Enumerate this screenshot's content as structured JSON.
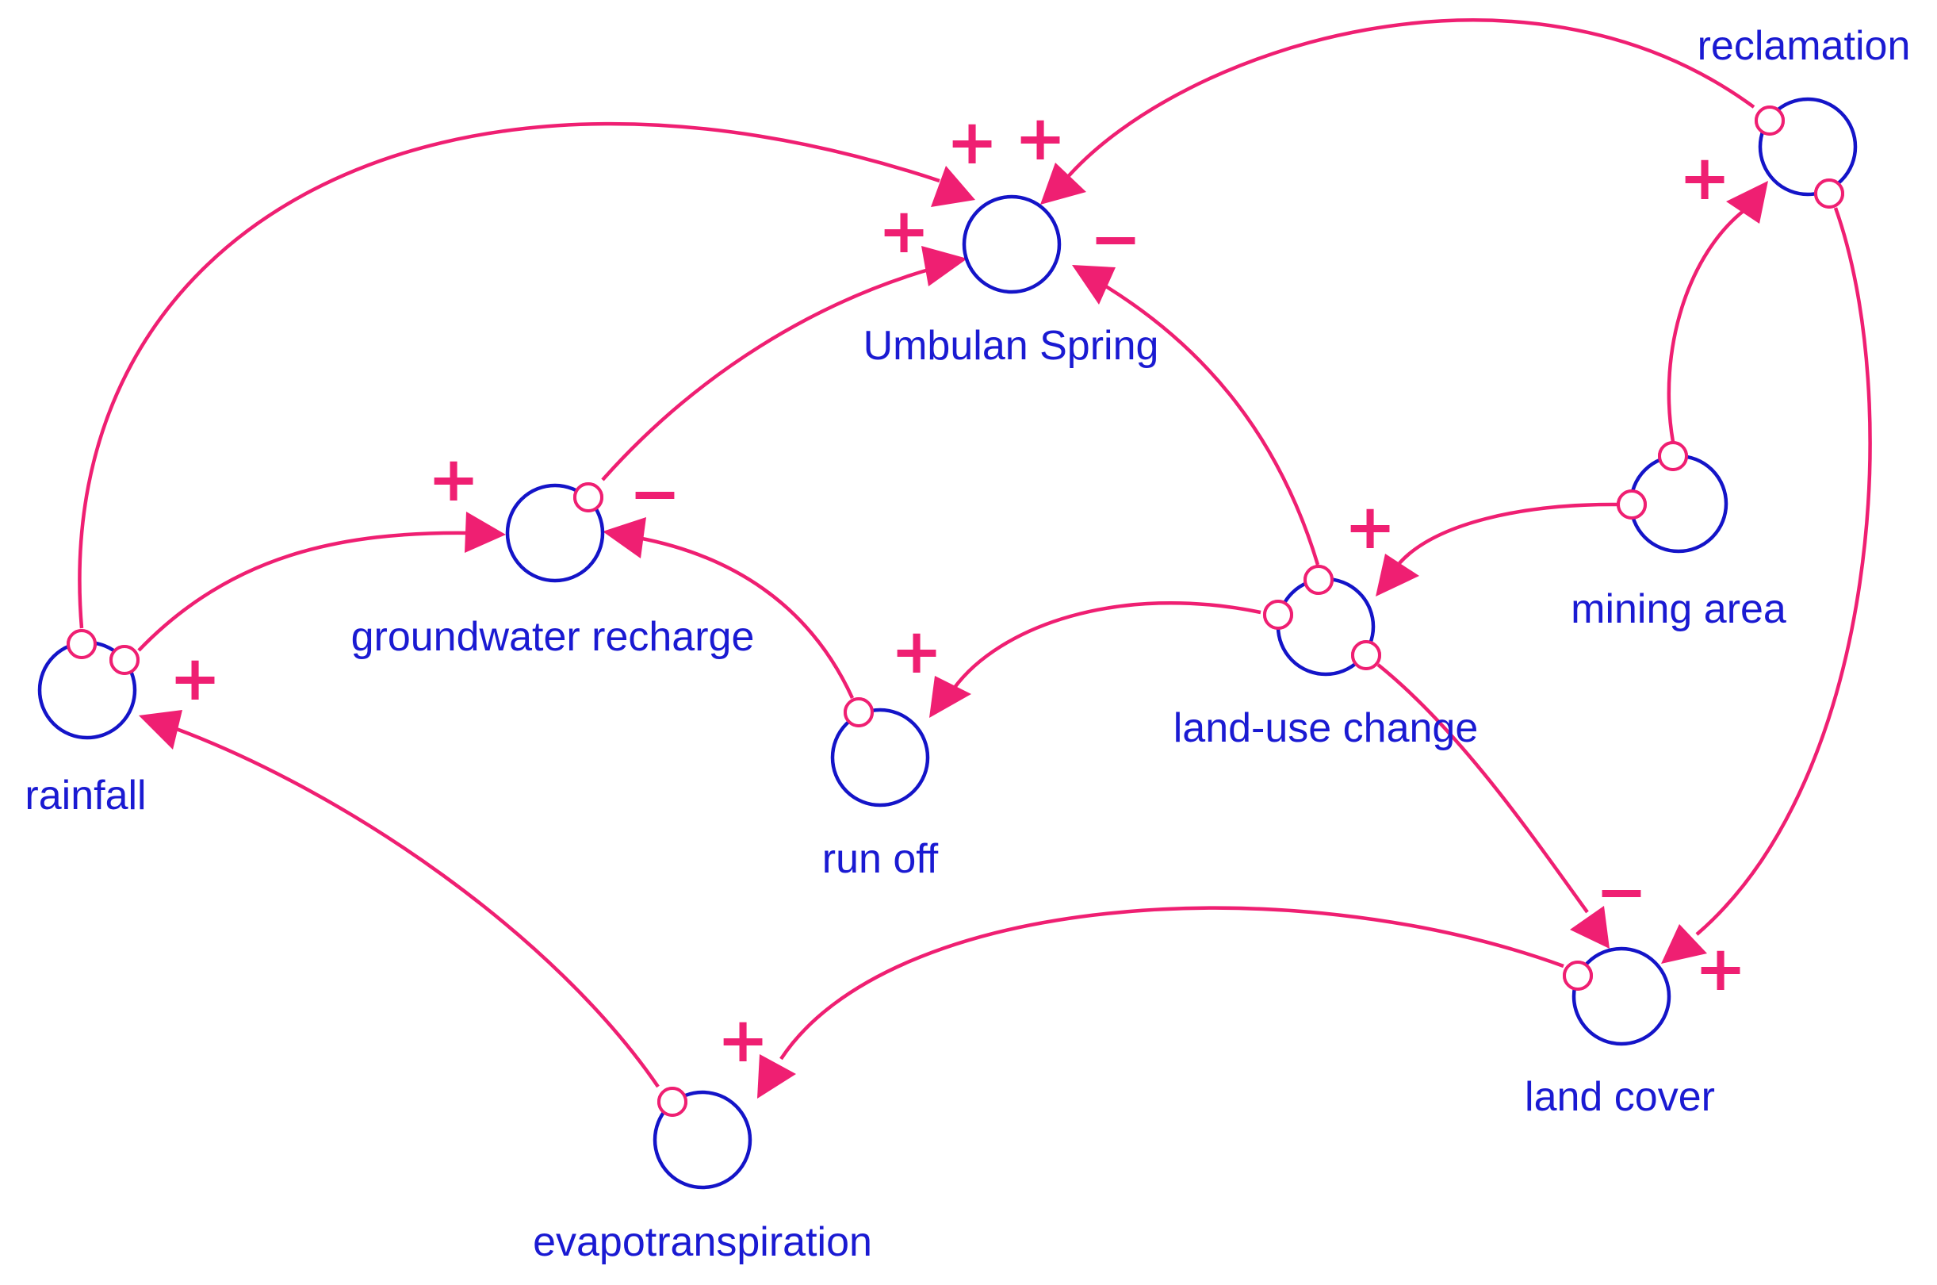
{
  "colors": {
    "node": "#1414c8",
    "label": "#1a1ad2",
    "link": "#ef1f72",
    "background": "#ffffff"
  },
  "nodes": [
    {
      "id": "umbulan",
      "label": "Umbulan Spring"
    },
    {
      "id": "gw",
      "label": "groundwater recharge"
    },
    {
      "id": "rain",
      "label": "rainfall"
    },
    {
      "id": "runoff",
      "label": "run off"
    },
    {
      "id": "luc",
      "label": "land-use change"
    },
    {
      "id": "mining",
      "label": "mining area"
    },
    {
      "id": "recl",
      "label": "reclamation"
    },
    {
      "id": "cover",
      "label": "land cover"
    },
    {
      "id": "evap",
      "label": "evapotranspiration"
    }
  ],
  "links": [
    {
      "from": "rainfall",
      "to": "Umbulan Spring",
      "polarity": "+"
    },
    {
      "from": "reclamation",
      "to": "Umbulan Spring",
      "polarity": "+"
    },
    {
      "from": "groundwater recharge",
      "to": "Umbulan Spring",
      "polarity": "+"
    },
    {
      "from": "land-use change",
      "to": "Umbulan Spring",
      "polarity": "-"
    },
    {
      "from": "rainfall",
      "to": "groundwater recharge",
      "polarity": "+"
    },
    {
      "from": "run off",
      "to": "groundwater recharge",
      "polarity": "-"
    },
    {
      "from": "land-use change",
      "to": "run off",
      "polarity": "+"
    },
    {
      "from": "mining area",
      "to": "land-use change",
      "polarity": "+"
    },
    {
      "from": "mining area",
      "to": "reclamation",
      "polarity": "+"
    },
    {
      "from": "reclamation",
      "to": "land cover",
      "polarity": "+"
    },
    {
      "from": "land-use change",
      "to": "land cover",
      "polarity": "-"
    },
    {
      "from": "land cover",
      "to": "evapotranspiration",
      "polarity": "+"
    },
    {
      "from": "evapotranspiration",
      "to": "rainfall",
      "polarity": "+"
    }
  ]
}
